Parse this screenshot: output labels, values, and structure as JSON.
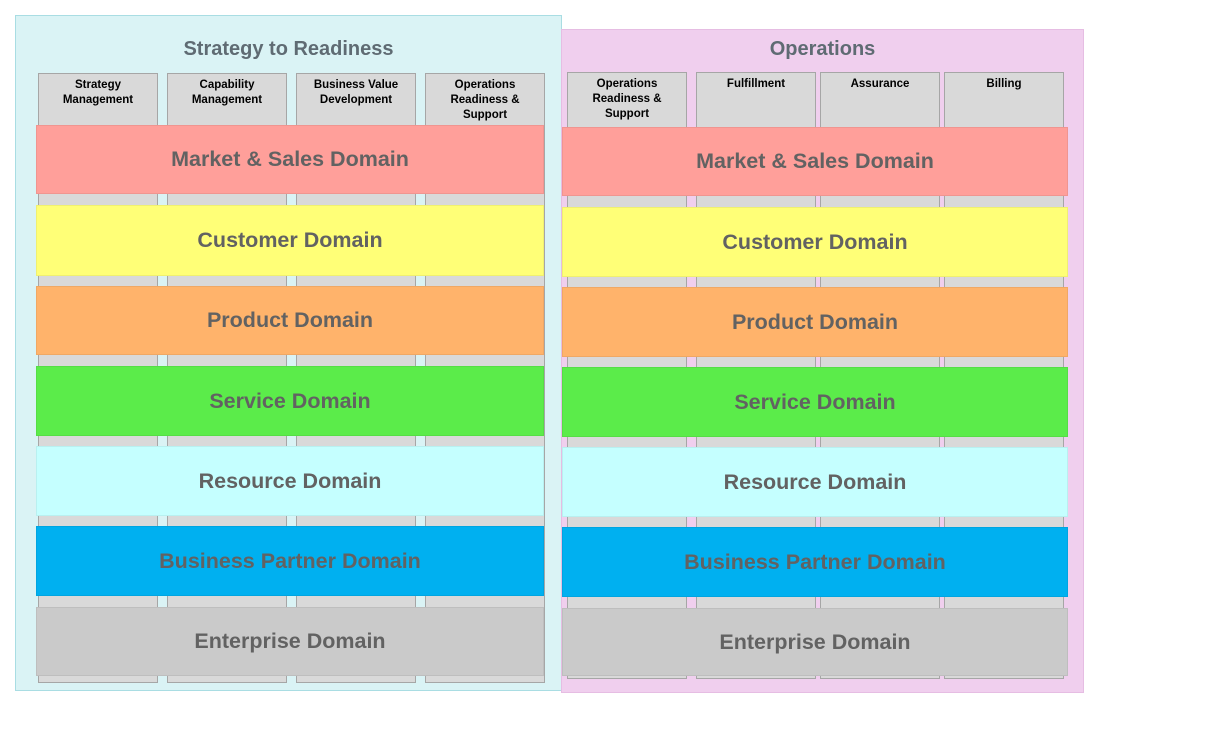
{
  "diagram": {
    "panels": [
      {
        "id": "strategy",
        "title": "Strategy to Readiness",
        "background": "#daf3f5",
        "border": "#a9dde3",
        "columns": [
          "Strategy\nManagement",
          "Capability\nManagement",
          "Business Value\nDevelopment",
          "Operations\nReadiness &\nSupport"
        ]
      },
      {
        "id": "operations",
        "title": "Operations",
        "background": "#f0cfee",
        "border": "#e6bde3",
        "columns": [
          "Operations\nReadiness &\nSupport",
          "Fulfillment",
          "Assurance",
          "Billing"
        ]
      }
    ],
    "domains": [
      {
        "label": "Market & Sales Domain",
        "color": "#ff9f9a"
      },
      {
        "label": "Customer Domain",
        "color": "#ffff77"
      },
      {
        "label": "Product Domain",
        "color": "#ffb36b"
      },
      {
        "label": "Service Domain",
        "color": "#5bec4a"
      },
      {
        "label": "Resource Domain",
        "color": "#c5ffff"
      },
      {
        "label": "Business Partner Domain",
        "color": "#00b0f0"
      },
      {
        "label": "Enterprise Domain",
        "color": "#cacaca"
      }
    ]
  }
}
